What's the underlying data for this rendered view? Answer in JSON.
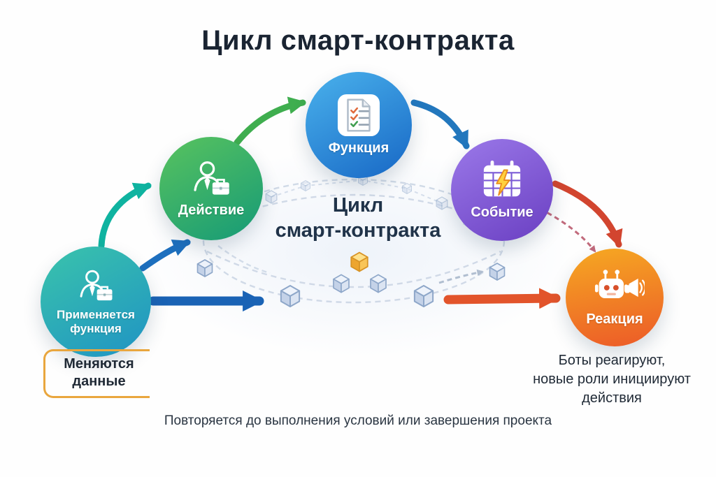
{
  "title": "Цикл смарт-контракта",
  "center_label": "Цикл\nсмарт-контракта",
  "nodes": [
    {
      "label": "Применяется\nфункция",
      "icon": "person-briefcase-icon",
      "color_top": "#3ac4ab",
      "color_bottom": "#1f93c4"
    },
    {
      "label": "Действие",
      "icon": "person-briefcase-icon",
      "color_top": "#59c35e",
      "color_bottom": "#159a77"
    },
    {
      "label": "Функция",
      "icon": "document-checklist-icon",
      "color_top": "#4ab2ec",
      "color_bottom": "#1767c5"
    },
    {
      "label": "Событие",
      "icon": "calendar-lightning-icon",
      "color_top": "#9b79e9",
      "color_bottom": "#6a3fc2"
    },
    {
      "label": "Реакция",
      "icon": "robot-megaphone-icon",
      "color_top": "#f6a922",
      "color_bottom": "#ec5a28"
    }
  ],
  "annotations": {
    "data_note": "Меняются\nданные",
    "reaction_note": "Боты реагируют,\nновые роли инициируют\nдействия",
    "footer": "Повторяется до выполнения условий или завершения проекта"
  },
  "palette": {
    "arrow_teal": "#0fb3a0",
    "arrow_green": "#3fae4f",
    "arrow_blue": "#2277bd",
    "arrow_dark_blue": "#1a63b5",
    "arrow_red": "#d2452f",
    "arrow_orange": "#e2542b",
    "dashed_gray": "#c9d4e3",
    "dashed_rose": "#bb5a6e",
    "bracket_orange": "#e9a63e",
    "cube_yellow": "#f2a93b"
  }
}
